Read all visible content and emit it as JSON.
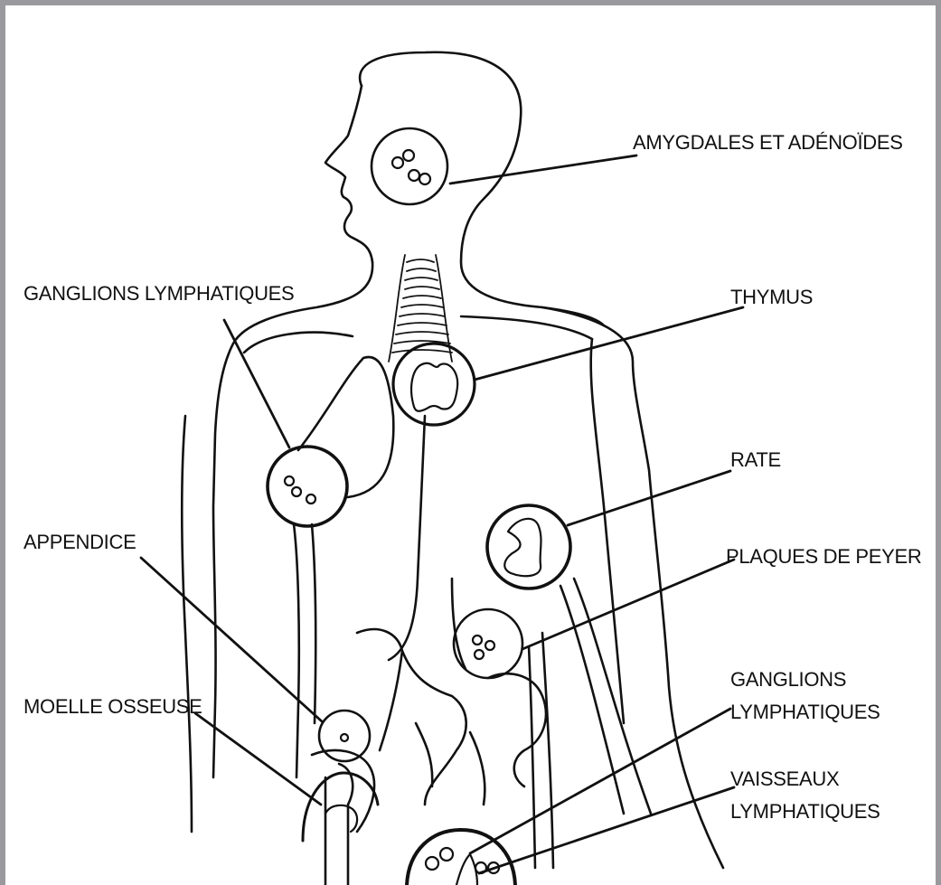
{
  "labels": {
    "tonsils": "AMYGDALES ET ADÉNOÏDES",
    "lymph_nodes_upper": "GANGLIONS LYMPHATIQUES",
    "thymus": "THYMUS",
    "spleen": "RATE",
    "appendix": "APPENDICE",
    "peyer": "PLAQUES DE PEYER",
    "bone_marrow": "MOELLE OSSEUSE",
    "lymph_nodes_lower_1": "GANGLIONS",
    "lymph_nodes_lower_2": "LYMPHATIQUES",
    "vessels_1": "VAISSEAUX",
    "vessels_2": "LYMPHATIQUES"
  },
  "colors": {
    "frame": "#9a9a9e",
    "ink": "#111111"
  }
}
